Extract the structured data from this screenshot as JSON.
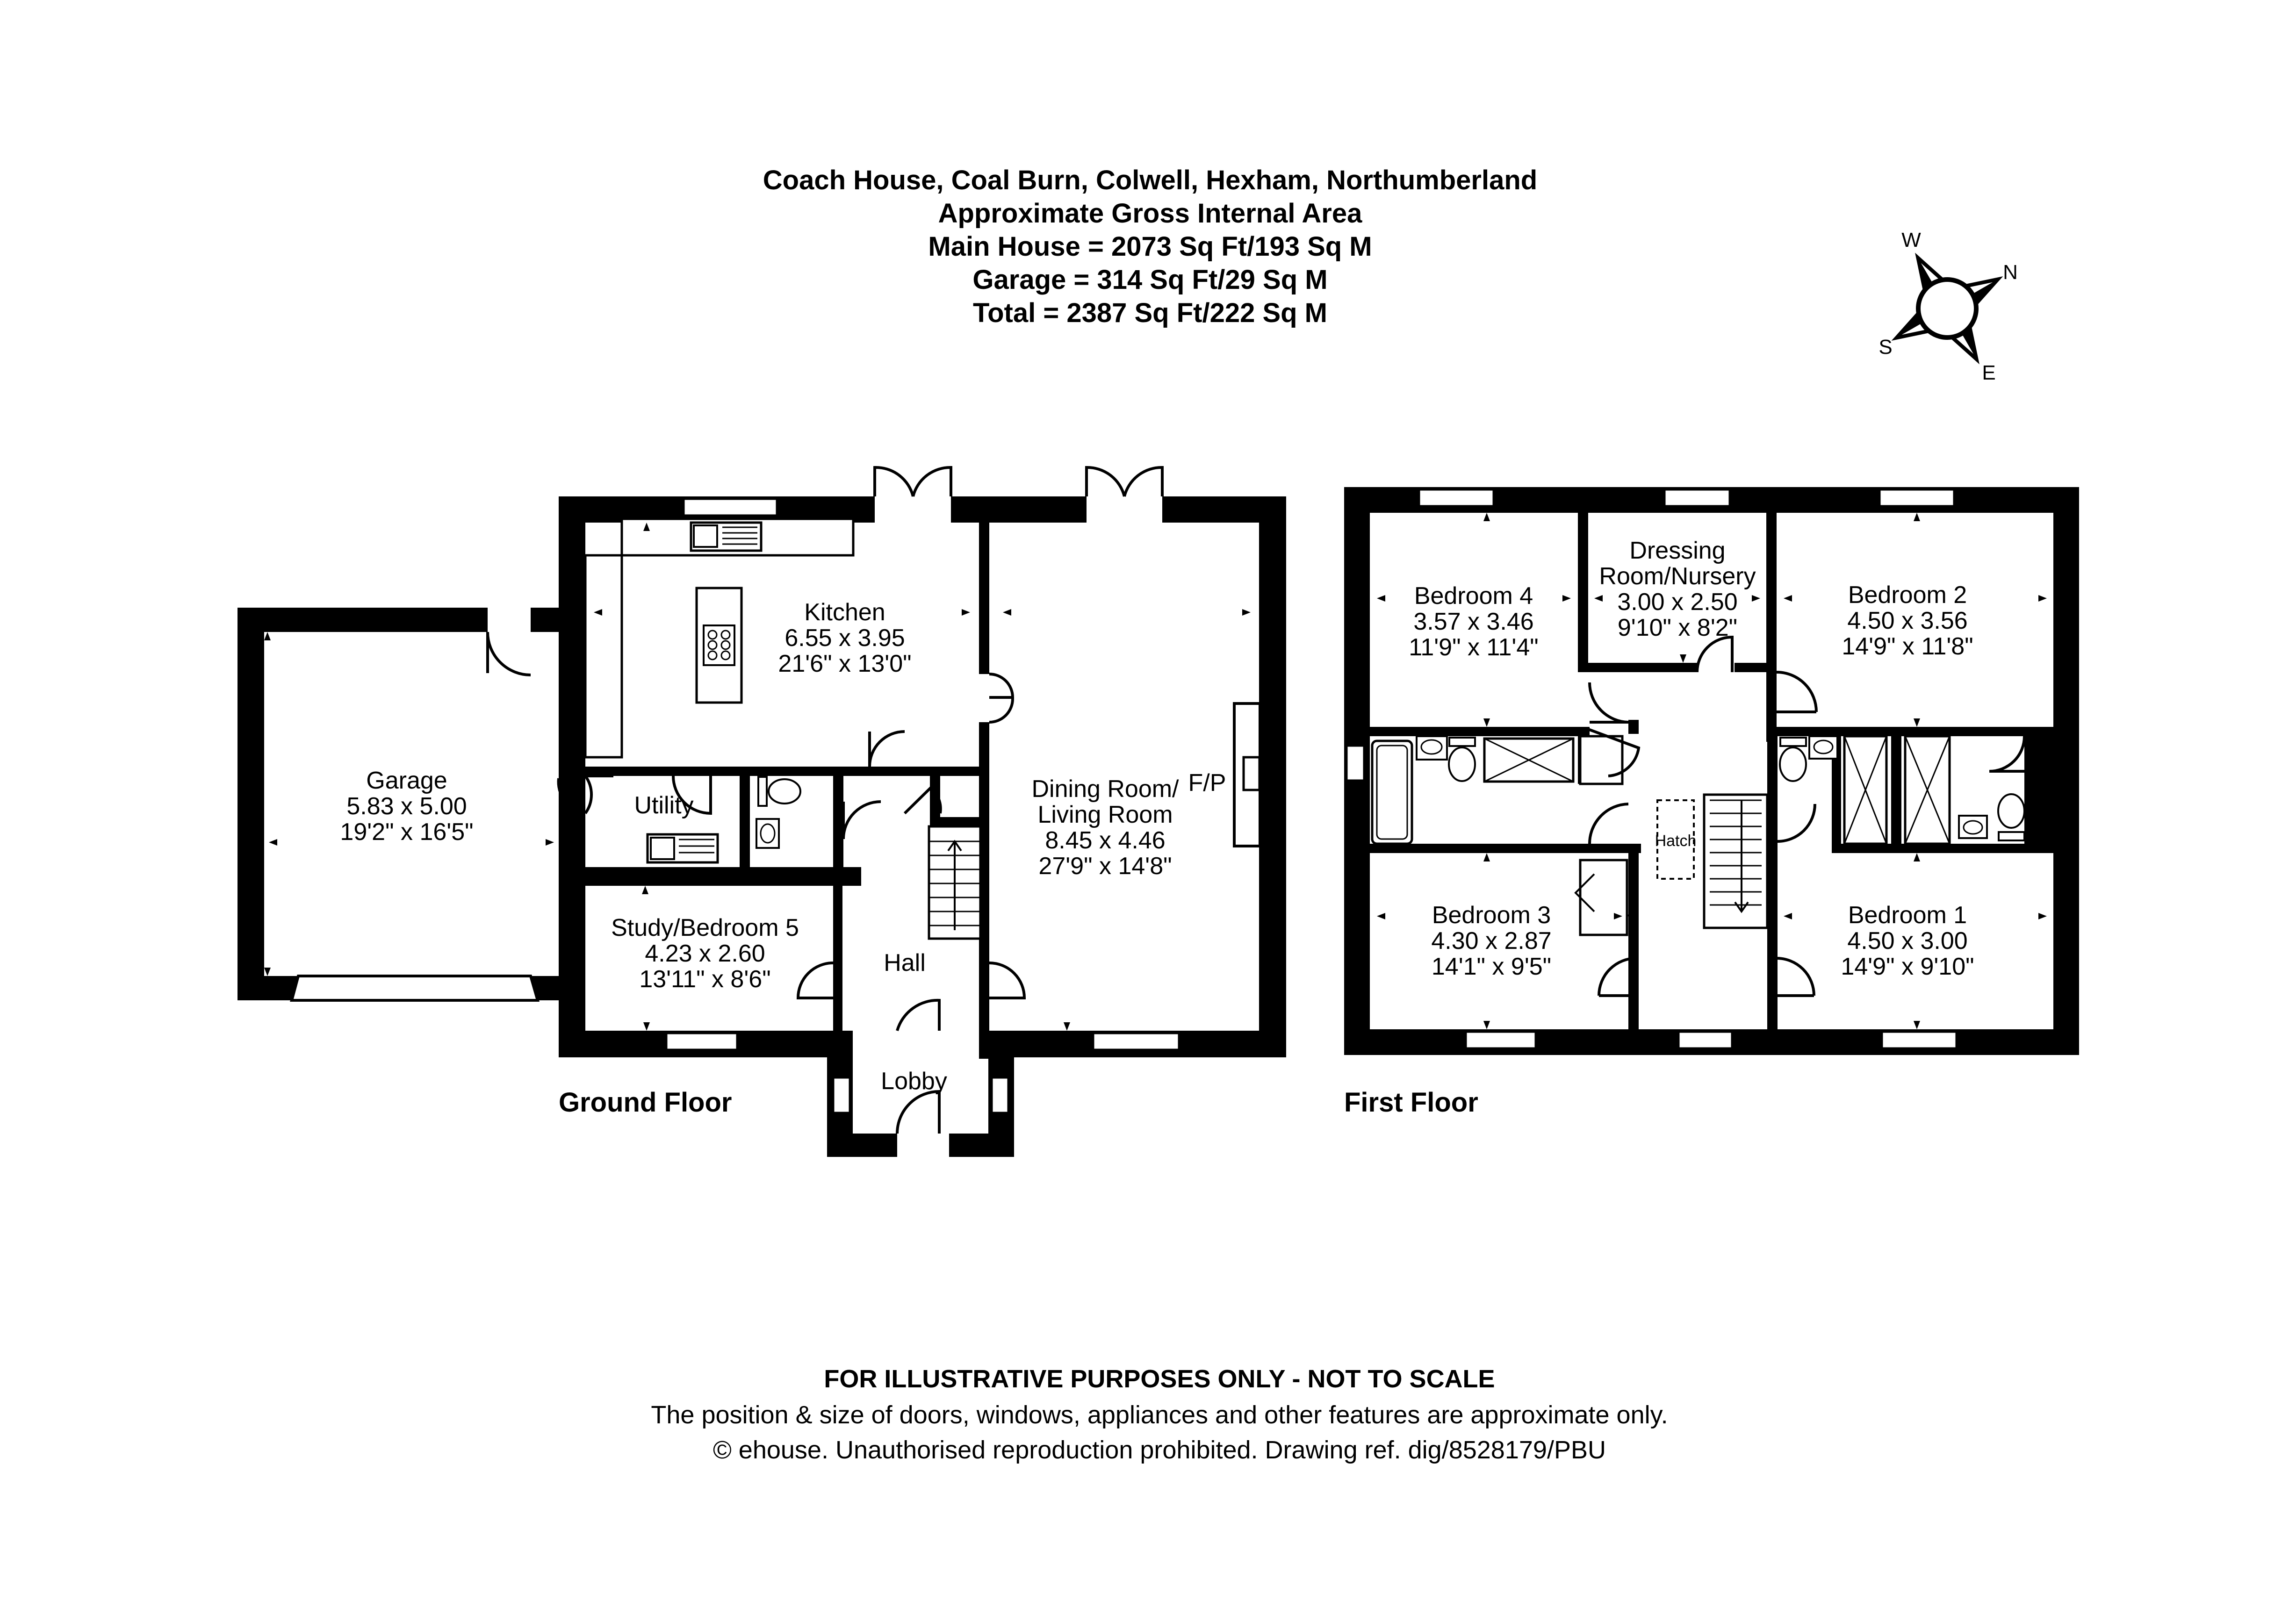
{
  "header": {
    "title": "Coach House, Coal Burn, Colwell, Hexham, Northumberland",
    "line2": "Approximate Gross Internal Area",
    "line3": "Main House = 2073 Sq Ft/193 Sq M",
    "line4": "Garage = 314 Sq Ft/29 Sq M",
    "line5": "Total = 2387 Sq Ft/222 Sq M"
  },
  "compass": {
    "icon": "compass-icon",
    "north": "N",
    "south": "S",
    "east": "E",
    "west": "W"
  },
  "ground_floor": {
    "label": "Ground Floor",
    "rooms": {
      "garage": {
        "name": "Garage",
        "metric": "5.83 x 5.00",
        "imperial": "19'2\" x 16'5\""
      },
      "kitchen": {
        "name": "Kitchen",
        "metric": "6.55 x 3.95",
        "imperial": "21'6\" x 13'0\""
      },
      "dining": {
        "name1": "Dining Room/",
        "name2": "Living Room",
        "metric": "8.45 x 4.46",
        "imperial": "27'9\" x 14'8\""
      },
      "fireplace": "F/P",
      "utility": {
        "name": "Utility"
      },
      "study": {
        "name": "Study/Bedroom 5",
        "metric": "4.23 x 2.60",
        "imperial": "13'11\" x 8'6\""
      },
      "hall": {
        "name": "Hall"
      },
      "lobby": {
        "name": "Lobby"
      }
    }
  },
  "first_floor": {
    "label": "First Floor",
    "rooms": {
      "bedroom4": {
        "name": "Bedroom 4",
        "metric": "3.57 x 3.46",
        "imperial": "11'9\" x 11'4\""
      },
      "dressing": {
        "name1": "Dressing",
        "name2": "Room/Nursery",
        "metric": "3.00 x 2.50",
        "imperial": "9'10\" x 8'2\""
      },
      "bedroom2": {
        "name": "Bedroom 2",
        "metric": "4.50 x 3.56",
        "imperial": "14'9\" x 11'8\""
      },
      "bedroom3": {
        "name": "Bedroom 3",
        "metric": "4.30 x 2.87",
        "imperial": "14'1\" x 9'5\""
      },
      "bedroom1": {
        "name": "Bedroom 1",
        "metric": "4.50 x 3.00",
        "imperial": "14'9\" x 9'10\""
      },
      "hatch": "Hatch"
    }
  },
  "footer": {
    "line1": "FOR ILLUSTRATIVE PURPOSES ONLY - NOT TO SCALE",
    "line2": "The position & size of doors, windows, appliances and other features are approximate only.",
    "line3": "© ehouse. Unauthorised reproduction prohibited. Drawing ref. dig/8528179/PBU"
  }
}
